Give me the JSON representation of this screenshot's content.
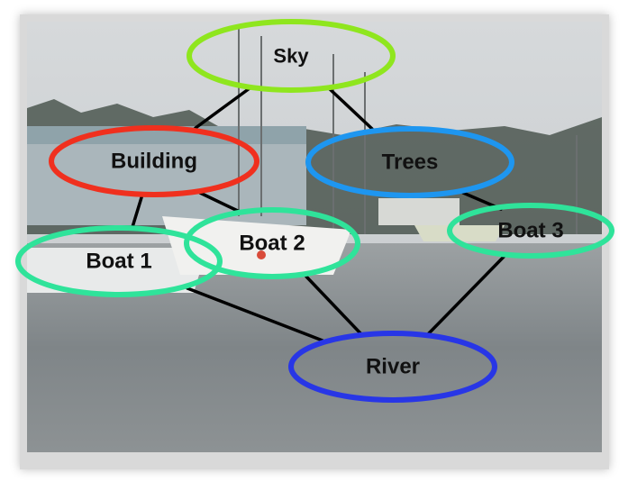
{
  "nodes": {
    "sky": {
      "label": "Sky",
      "color": "#8fe61e"
    },
    "building": {
      "label": "Building",
      "color": "#f0301e"
    },
    "trees": {
      "label": "Trees",
      "color": "#1e96f0"
    },
    "boat1": {
      "label": "Boat 1",
      "color": "#2fe39a"
    },
    "boat2": {
      "label": "Boat 2",
      "color": "#2fe39a"
    },
    "boat3": {
      "label": "Boat 3",
      "color": "#2fe39a"
    },
    "river": {
      "label": "River",
      "color": "#2836e6"
    }
  },
  "edges": [
    [
      "sky",
      "building"
    ],
    [
      "sky",
      "trees"
    ],
    [
      "building",
      "boat1"
    ],
    [
      "building",
      "boat2"
    ],
    [
      "trees",
      "boat3"
    ],
    [
      "boat1",
      "river"
    ],
    [
      "boat2",
      "river"
    ],
    [
      "boat3",
      "river"
    ]
  ],
  "photo": {
    "sky_color": "#c9cdd0",
    "water_color": "#8a8f92",
    "tree_color": "#2f3a33"
  }
}
